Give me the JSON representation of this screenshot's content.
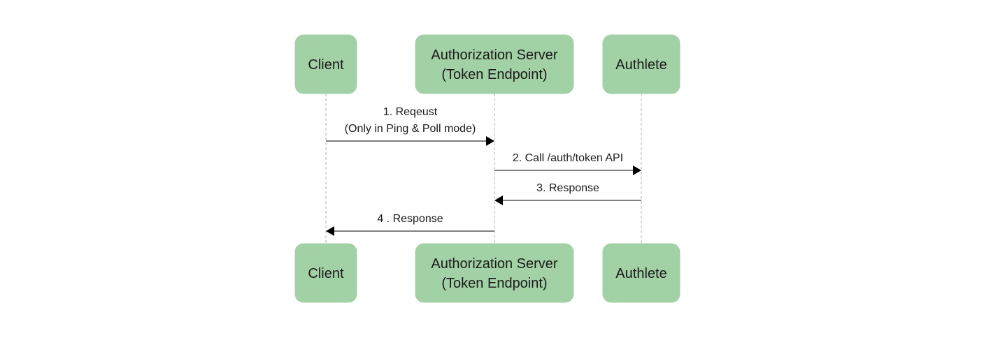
{
  "participants": [
    {
      "id": "client",
      "lines": [
        "Client"
      ]
    },
    {
      "id": "authorization-server",
      "lines": [
        "Authorization Server",
        "(Token Endpoint)"
      ]
    },
    {
      "id": "authlete",
      "lines": [
        "Authlete"
      ]
    }
  ],
  "messages": [
    {
      "from": "client",
      "to": "authorization-server",
      "lines": [
        "1. Reqeust",
        "(Only in Ping & Poll mode)"
      ]
    },
    {
      "from": "authorization-server",
      "to": "authlete",
      "lines": [
        "2. Call /auth/token API"
      ]
    },
    {
      "from": "authlete",
      "to": "authorization-server",
      "lines": [
        "3. Response"
      ]
    },
    {
      "from": "authorization-server",
      "to": "client",
      "lines": [
        "4 . Response"
      ]
    }
  ],
  "colors": {
    "participant_fill": "#a3d1a6",
    "lifeline": "#b3b3b3",
    "arrow": "#000000"
  }
}
